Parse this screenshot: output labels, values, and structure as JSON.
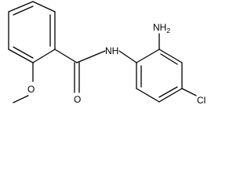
{
  "molecule": {
    "atoms": {
      "nh2": {
        "symbol": "NH",
        "subscript": "2"
      },
      "nh": {
        "symbol": "NH",
        "subscript": ""
      },
      "carbonyl_o": {
        "symbol": "O",
        "subscript": ""
      },
      "methoxy_o": {
        "symbol": "O",
        "subscript": ""
      },
      "cl": {
        "symbol": "Cl",
        "subscript": ""
      }
    }
  },
  "colors": {
    "bond": "#000000",
    "text": "#000000",
    "background": "#ffffff"
  }
}
